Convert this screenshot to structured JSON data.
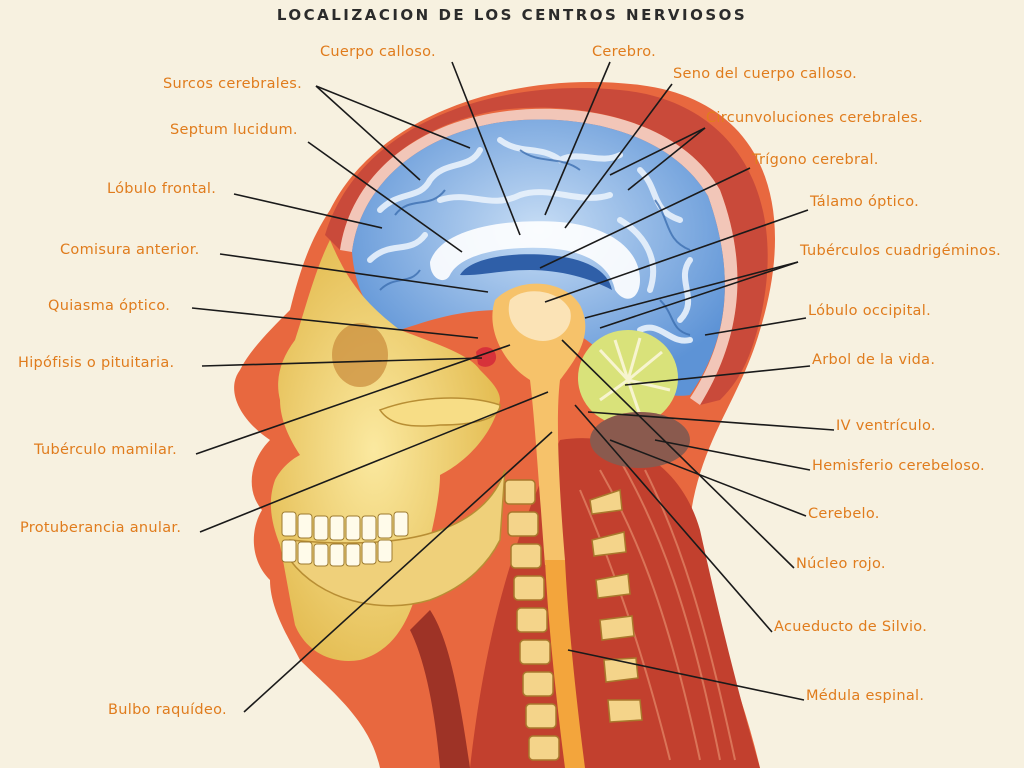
{
  "title": "LOCALIZACION DE LOS CENTROS NERVIOSOS",
  "labels": {
    "cuerpo_calloso": "Cuerpo calloso.",
    "cerebro": "Cerebro.",
    "seno_cuerpo_calloso": "Seno del cuerpo calloso.",
    "surcos_cerebrales": "Surcos cerebrales.",
    "circunvoluciones": "Circunvoluciones cerebrales.",
    "septum_lucidum": "Septum lucidum.",
    "trigono_cerebral": "Trígono cerebral.",
    "lobulo_frontal": "Lóbulo frontal.",
    "talamo_optico": "Tálamo óptico.",
    "comisura_anterior": "Comisura anterior.",
    "tuberculos_cuadrigeminos": "Tubérculos cuadrigéminos.",
    "quiasma_optico": "Quiasma óptico.",
    "lobulo_occipital": "Lóbulo occipital.",
    "hipofisis": "Hipófisis o pituitaria.",
    "arbol_vida": "Arbol de la vida.",
    "iv_ventriculo": "IV ventrículo.",
    "tuberculo_mamilar": "Tubérculo mamilar.",
    "hemisferio_cerebeloso": "Hemisferio cerebeloso.",
    "cerebelo": "Cerebelo.",
    "protuberancia_anular": "Protuberancia anular.",
    "nucleo_rojo": "Núcleo rojo.",
    "acueducto_silvio": "Acueducto de Silvio.",
    "medula_espinal": "Médula espinal.",
    "bulbo_raquideo": "Bulbo raquídeo."
  },
  "colors": {
    "label_text": "#e07c1d",
    "title_text": "#2b2b2b",
    "background": "#f7f1e0",
    "skin": "#e8683f",
    "skull": "#f0d77a",
    "brain": "#7fb1e8",
    "muscle": "#c2402e",
    "cerebellum": "#d9e27a"
  }
}
